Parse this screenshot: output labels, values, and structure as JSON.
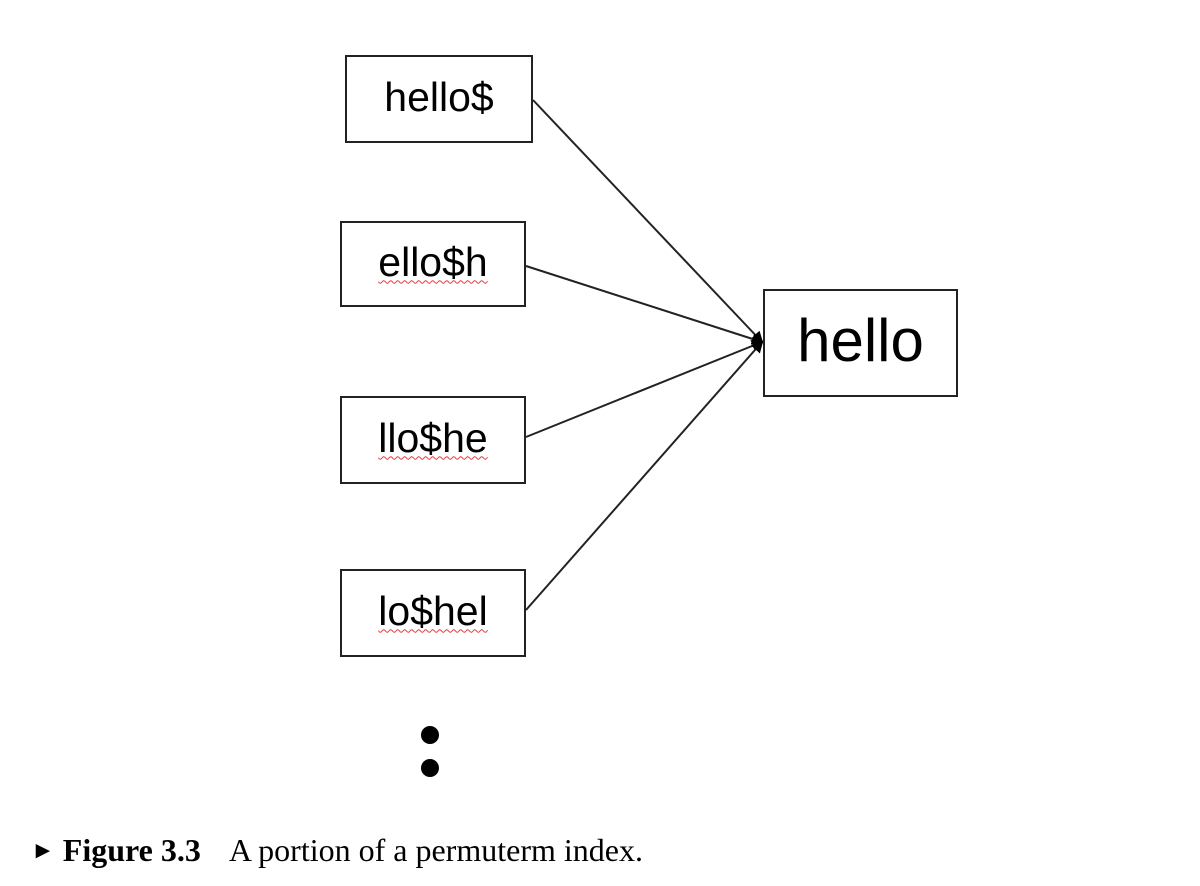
{
  "diagram": {
    "rotations": [
      "hello$",
      "ello$h",
      "llo$he",
      "lo$hel"
    ],
    "target": "hello",
    "continuation_marker": "•\n•"
  },
  "caption": {
    "marker": "►",
    "label": "Figure 3.3",
    "text": "A portion of a permuterm index."
  }
}
